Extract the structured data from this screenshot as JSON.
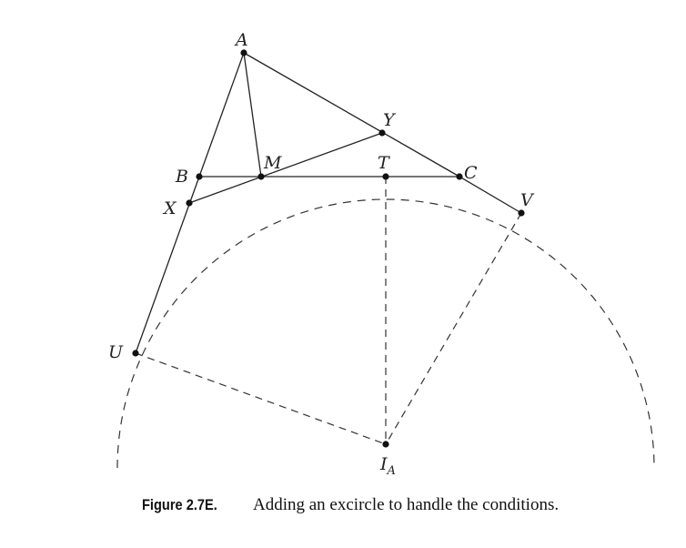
{
  "figure": {
    "labels": {
      "A": "A",
      "B": "B",
      "C": "C",
      "M": "M",
      "T": "T",
      "X": "X",
      "Y": "Y",
      "U": "U",
      "V": "V",
      "IA_main": "I",
      "IA_sub": "A"
    },
    "colors": {
      "ink": "#222222",
      "background": "#ffffff"
    }
  },
  "caption": {
    "tag": "Figure 2.7E.",
    "text": "Adding an excircle to handle the conditions."
  }
}
